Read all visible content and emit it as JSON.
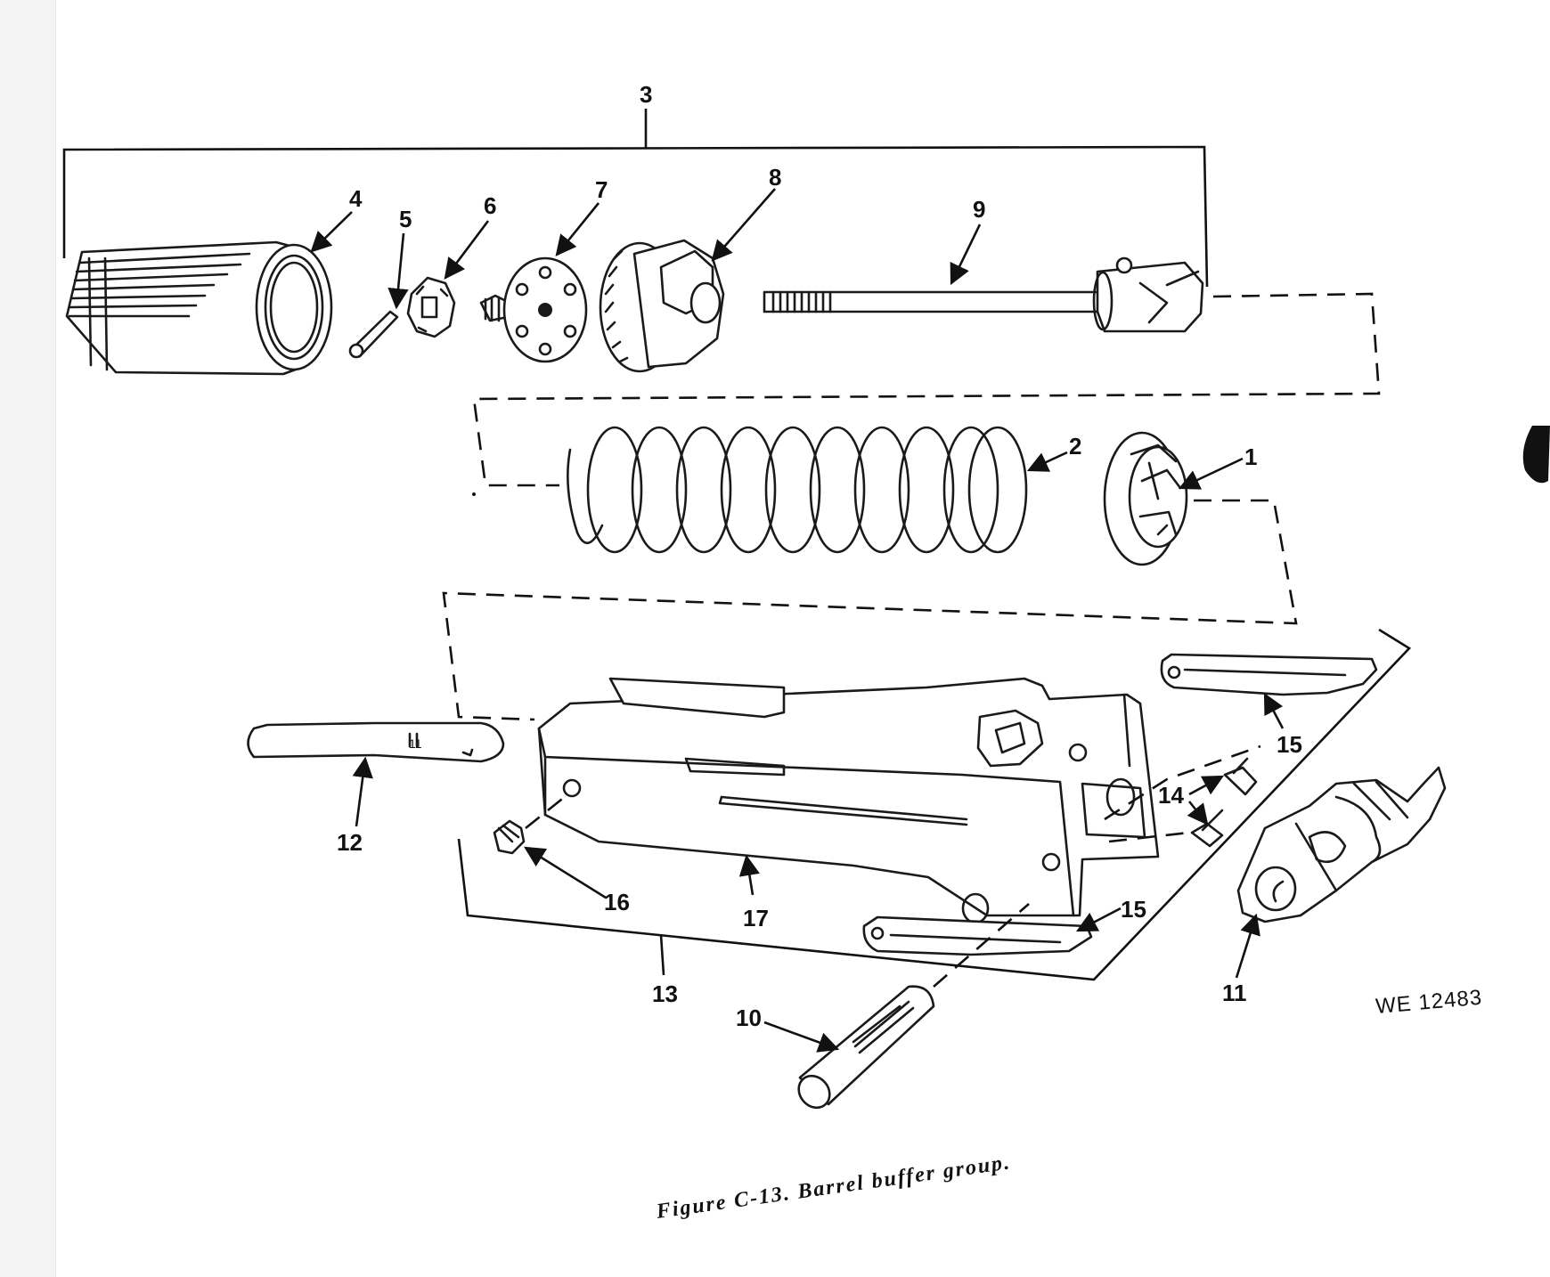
{
  "figure": {
    "caption": "Figure C-13. Barrel buffer group.",
    "drawing_number": "WE 12483"
  },
  "callouts": {
    "c1": "1",
    "c2": "2",
    "c3": "3",
    "c4": "4",
    "c5": "5",
    "c6": "6",
    "c7": "7",
    "c8": "8",
    "c9": "9",
    "c10": "10",
    "c11": "11",
    "c12": "12",
    "c13": "13",
    "c14": "14",
    "c15a": "15",
    "c15b": "15",
    "c16": "16",
    "c17": "17"
  },
  "stamps": {
    "key_mark": "11"
  }
}
